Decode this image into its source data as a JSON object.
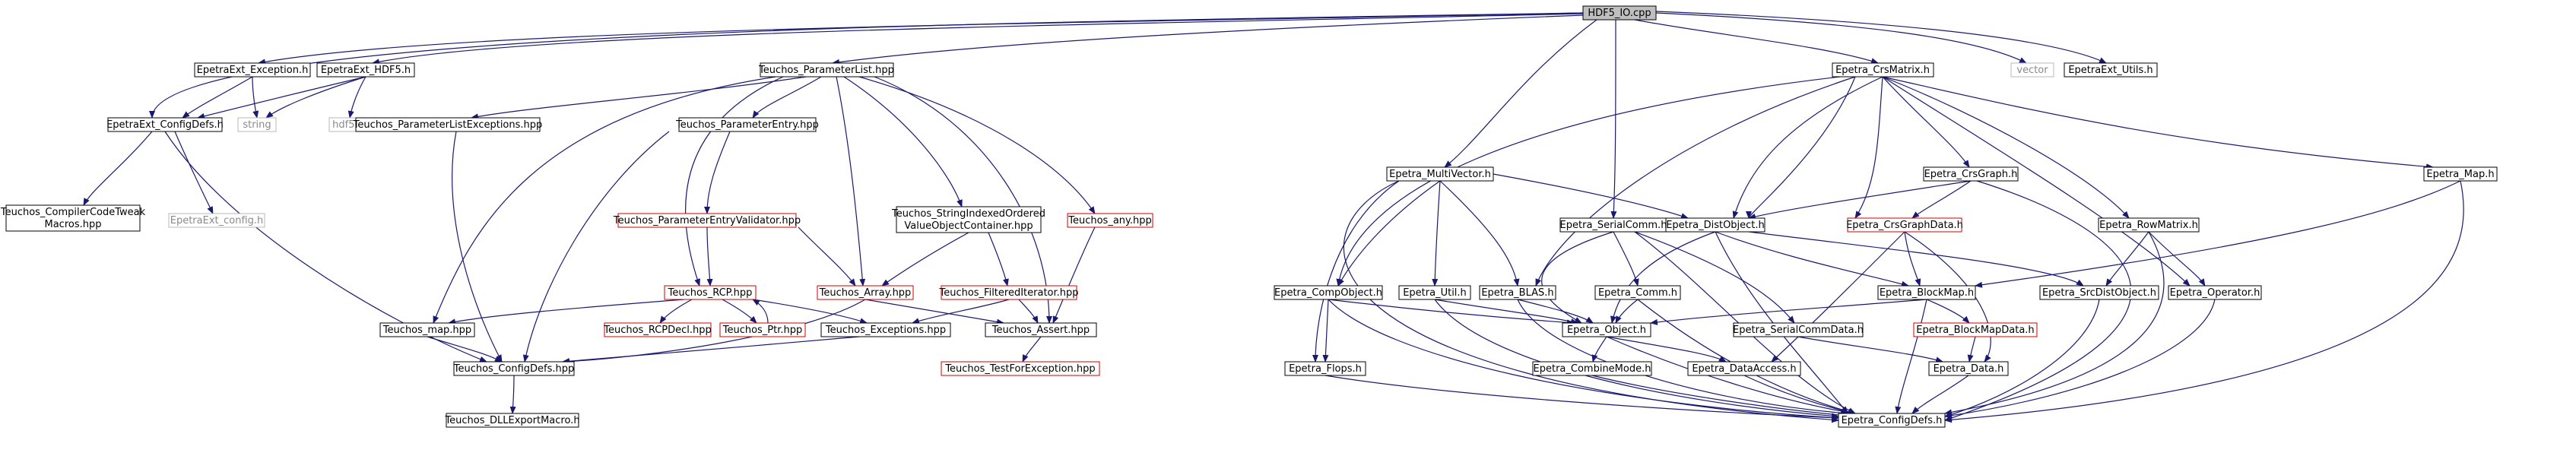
{
  "colors": {
    "edge": "#191970",
    "root_fill": "#bfbfbf",
    "red_border": "#d00000",
    "grey_border": "#b8b8b8"
  },
  "nodes": {
    "root": "HDF5_IO.cpp",
    "epetraext_exception": "EpetraExt_Exception.h",
    "epetraext_hdf5": "EpetraExt_HDF5.h",
    "teuchos_parameterlist": "Teuchos_ParameterList.hpp",
    "epetra_crsmatrix": "Epetra_CrsMatrix.h",
    "vector": "vector",
    "epetraext_utils": "EpetraExt_Utils.h",
    "epetraext_configdefs": "EpetraExt_ConfigDefs.h",
    "string": "string",
    "hdf5": "hdf5.h",
    "teuchos_parameterlistexceptions": "Teuchos_ParameterListExceptions.hpp",
    "teuchos_parameterentry": "Teuchos_ParameterEntry.hpp",
    "teuchos_compilercodetweak_l1": "Teuchos_CompilerCodeTweak",
    "teuchos_compilercodetweak_l2": "Macros.hpp",
    "epetraext_config": "EpetraExt_config.h",
    "teuchos_parameterentryvalidator": "Teuchos_ParameterEntryValidator.hpp",
    "teuchos_stringindexed_l1": "Teuchos_StringIndexedOrdered",
    "teuchos_stringindexed_l2": "ValueObjectContainer.hpp",
    "teuchos_any": "Teuchos_any.hpp",
    "teuchos_rcp": "Teuchos_RCP.hpp",
    "teuchos_array": "Teuchos_Array.hpp",
    "teuchos_filterediterator": "Teuchos_FilteredIterator.hpp",
    "teuchos_map": "Teuchos_map.hpp",
    "teuchos_rcpdecl": "Teuchos_RCPDecl.hpp",
    "teuchos_ptr": "Teuchos_Ptr.hpp",
    "teuchos_exceptions": "Teuchos_Exceptions.hpp",
    "teuchos_assert": "Teuchos_Assert.hpp",
    "teuchos_configdefs": "Teuchos_ConfigDefs.hpp",
    "teuchos_testforexception": "Teuchos_TestForException.hpp",
    "teuchos_dllexportmacro": "Teuchos_DLLExportMacro.h",
    "epetra_multivector": "Epetra_MultiVector.h",
    "epetra_crsgraph": "Epetra_CrsGraph.h",
    "epetra_map": "Epetra_Map.h",
    "epetra_serialcomm": "Epetra_SerialComm.h",
    "epetra_distobject": "Epetra_DistObject.h",
    "epetra_crsgraphdata": "Epetra_CrsGraphData.h",
    "epetra_rowmatrix": "Epetra_RowMatrix.h",
    "epetra_compobject": "Epetra_CompObject.h",
    "epetra_util": "Epetra_Util.h",
    "epetra_blas": "Epetra_BLAS.h",
    "epetra_comm": "Epetra_Comm.h",
    "epetra_blockmap": "Epetra_BlockMap.h",
    "epetra_srcdistobject": "Epetra_SrcDistObject.h",
    "epetra_operator": "Epetra_Operator.h",
    "epetra_object": "Epetra_Object.h",
    "epetra_serialcommdata": "Epetra_SerialCommData.h",
    "epetra_blockmapdata": "Epetra_BlockMapData.h",
    "epetra_flops": "Epetra_Flops.h",
    "epetra_combinemode": "Epetra_CombineMode.h",
    "epetra_dataaccess": "Epetra_DataAccess.h",
    "epetra_data": "Epetra_Data.h",
    "epetra_configdefs": "Epetra_ConfigDefs.h"
  }
}
